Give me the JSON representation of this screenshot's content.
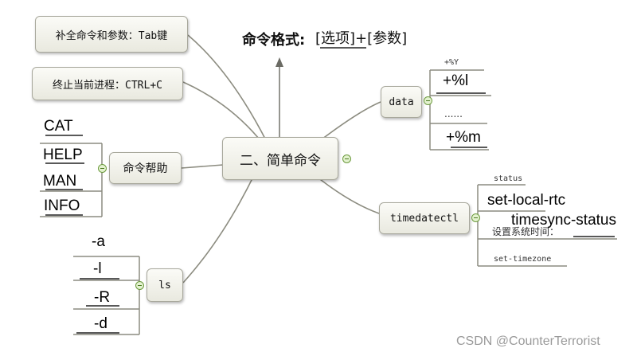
{
  "title": {
    "label": "命令格式:",
    "value": "[选项]+[参数]"
  },
  "central": "二、简单命令",
  "nodes": {
    "tab": "补全命令和参数：Tab键",
    "ctrlc": "终止当前进程：CTRL+C",
    "help": "命令帮助",
    "ls": "ls",
    "data": "data",
    "timedatectl": "timedatectl"
  },
  "help_items": [
    "CAT",
    "HELP",
    "MAN",
    "INFO"
  ],
  "ls_items": [
    "-a",
    "-l",
    "-R",
    "-d"
  ],
  "data_items": [
    "+%Y",
    "+%l",
    "......",
    "+%m"
  ],
  "timedatectl_items": [
    "status",
    "set-local-rtc",
    "timesync-status",
    "设置系统时间：",
    "set-timezone"
  ],
  "watermark": "CSDN @CounterTerrorist"
}
